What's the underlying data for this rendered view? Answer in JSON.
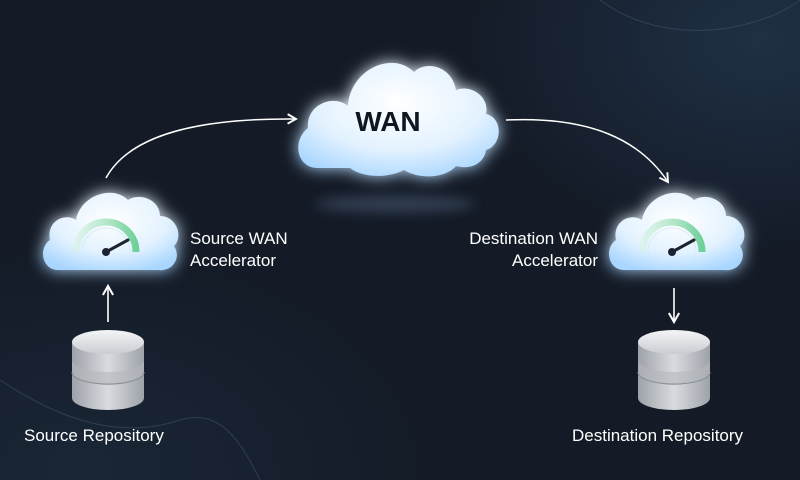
{
  "diagram": {
    "wan_label": "WAN",
    "source_accelerator_label": [
      "Source WAN",
      "Accelerator"
    ],
    "destination_accelerator_label": [
      "Destination WAN",
      "Accelerator"
    ],
    "source_repository_label": "Source Repository",
    "destination_repository_label": "Destination Repository"
  },
  "colors": {
    "background": "#141b27",
    "cloud_fill": "#e6f4ff",
    "cloud_glow": "#9fd2ff",
    "gauge_arc": "#7fd6a4",
    "text": "#ffffff",
    "arrow": "#ffffff"
  }
}
